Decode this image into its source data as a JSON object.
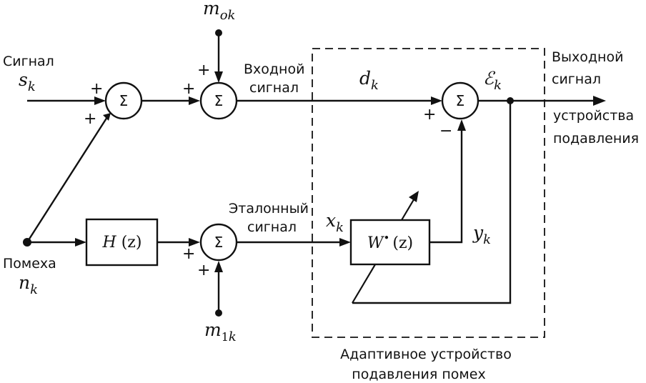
{
  "labels": {
    "signal": "Сигнал",
    "noise": "Помеха",
    "input_signal_1": "Входной",
    "input_signal_2": "сигнал",
    "reference_signal_1": "Эталонный",
    "reference_signal_2": "сигнал",
    "output_1": "Выходной",
    "output_2": "сигнал",
    "output_3": "устройства",
    "output_4": "подавления",
    "adaptive_1": "Адаптивное устройство",
    "adaptive_2": "подавления помех"
  },
  "variables": {
    "s": {
      "main": "s",
      "sub": "k"
    },
    "n": {
      "main": "n",
      "sub": "k"
    },
    "m0": {
      "main": "m",
      "sub": "ok"
    },
    "m1": {
      "main": "m",
      "sub_upright": "1",
      "sub": "k"
    },
    "d": {
      "main": "d",
      "sub": "k"
    },
    "x": {
      "main": "x",
      "sub": "k"
    },
    "y": {
      "main": "y",
      "sub": "k"
    },
    "eps": {
      "main": "ℰ",
      "sub": "k"
    }
  },
  "blocks": {
    "h": {
      "name": "H",
      "arg": "(z)"
    },
    "w": {
      "name": "W",
      "star": "•",
      "arg": "(z)"
    }
  },
  "summers": {
    "symbol": "Σ",
    "sum1": {
      "in_a": "+",
      "in_b": "+"
    },
    "sum2": {
      "in_a": "+",
      "in_b": "+"
    },
    "sum3": {
      "in_a": "+",
      "in_b": "+"
    },
    "sum4": {
      "in_a": "+",
      "in_b": "−"
    }
  }
}
